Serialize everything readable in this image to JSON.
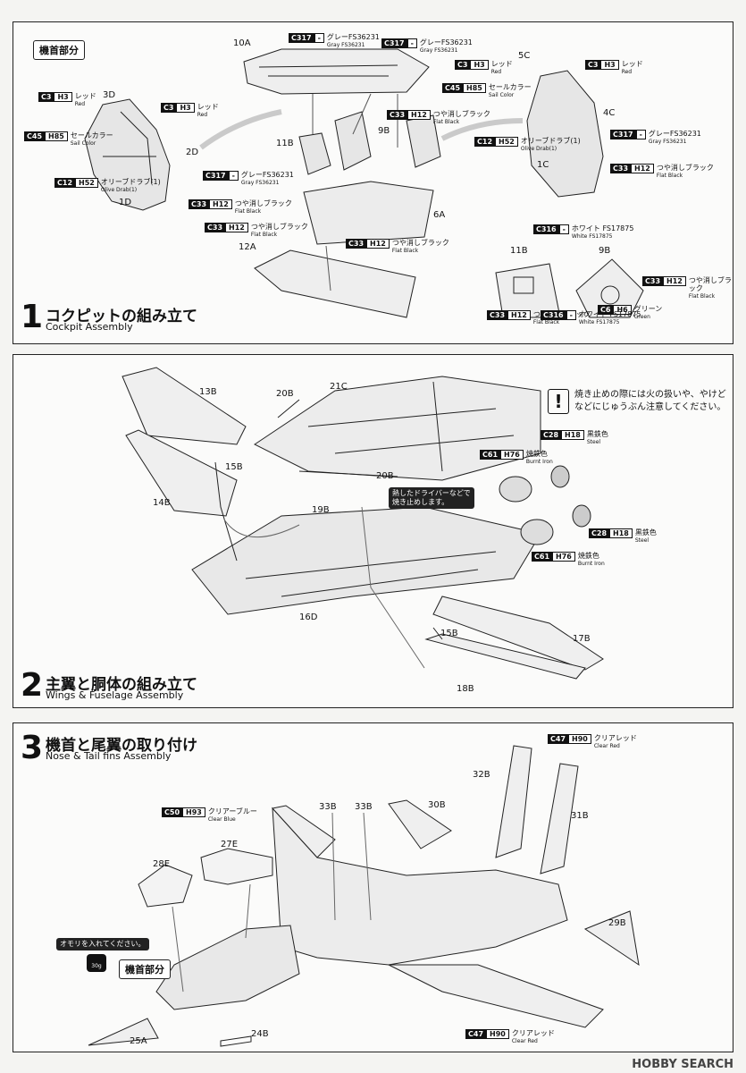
{
  "step1": {
    "num": "1",
    "title_jp": "コクピットの組み立て",
    "title_en": "Cockpit Assembly",
    "section": "機首部分",
    "parts": [
      "10A",
      "3D",
      "2D",
      "1D",
      "11B",
      "9B",
      "6A",
      "12A",
      "5C",
      "4C",
      "1C"
    ],
    "detail_parts": [
      "11B",
      "9B"
    ]
  },
  "step2": {
    "num": "2",
    "title_jp": "主翼と胴体の組み立て",
    "title_en": "Wings & Fuselage Assembly",
    "parts": [
      "13B",
      "20B",
      "21C",
      "15B",
      "20B",
      "14B",
      "19B",
      "16D",
      "15B",
      "17B",
      "18B"
    ],
    "warning": [
      "焼き止めの際には火の扱いや、やけど",
      "などにじゅうぶん注意してください。"
    ],
    "note": [
      "熱したドライバーなどで",
      "焼き止めします。"
    ]
  },
  "step3": {
    "num": "3",
    "title_jp": "機首と尾翼の取り付け",
    "title_en": "Nose & Tail fins Assembly",
    "section": "機首部分",
    "weight_note": "オモリを入れてください。",
    "weight_label": "30g",
    "parts": [
      "32B",
      "33B",
      "33B",
      "30B",
      "31B",
      "27E",
      "28E",
      "29B",
      "24B",
      "25A"
    ]
  },
  "colors": {
    "c317": {
      "c": "C317",
      "h": "-",
      "jp": "グレーFS36231",
      "en": "Gray FS36231"
    },
    "c3": {
      "c": "C3",
      "h": "H3",
      "jp": "レッド",
      "en": "Red"
    },
    "c45": {
      "c": "C45",
      "h": "H85",
      "jp": "セールカラー",
      "en": "Sail Color"
    },
    "c12": {
      "c": "C12",
      "h": "H52",
      "jp": "オリーブドラブ(1)",
      "en": "Olive Drab(1)"
    },
    "c33": {
      "c": "C33",
      "h": "H12",
      "jp": "つや消しブラック",
      "en": "Flat Black"
    },
    "c316": {
      "c": "C316",
      "h": "-",
      "jp": "ホワイト FS17875",
      "en": "White FS17875"
    },
    "c6": {
      "c": "C6",
      "h": "H6",
      "jp": "グリーン",
      "en": "Green"
    },
    "c28": {
      "c": "C28",
      "h": "H18",
      "jp": "黒鉄色",
      "en": "Steel"
    },
    "c61": {
      "c": "C61",
      "h": "H76",
      "jp": "焼鉄色",
      "en": "Burnt Iron"
    },
    "c47": {
      "c": "C47",
      "h": "H90",
      "jp": "クリアレッド",
      "en": "Clear Red"
    },
    "c50": {
      "c": "C50",
      "h": "H93",
      "jp": "クリアーブルー",
      "en": "Clear Blue"
    }
  },
  "watermark": "HOBBY SEARCH"
}
